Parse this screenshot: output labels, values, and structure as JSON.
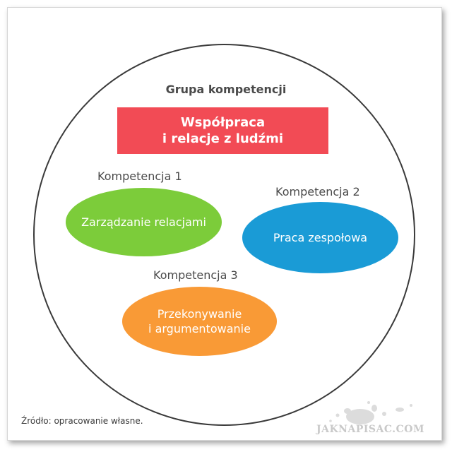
{
  "group_label": "Grupa kompetencji",
  "main": {
    "line1": "Współpraca",
    "line2": "i relacje z ludźmi",
    "color": "#f24b55"
  },
  "competencies": [
    {
      "label": "Kompetencja 1",
      "text_lines": [
        "Zarządzanie relacjami"
      ],
      "color": "#7ccc3a"
    },
    {
      "label": "Kompetencja 2",
      "text_lines": [
        "Praca zespołowa"
      ],
      "color": "#1a9bd6"
    },
    {
      "label": "Kompetencja 3",
      "text_lines": [
        "Przekonywanie",
        "i argumentowanie"
      ],
      "color": "#f99a36"
    }
  ],
  "source": "Źródło: opracowanie własne.",
  "watermark": "JAKNAPISAC.COM"
}
